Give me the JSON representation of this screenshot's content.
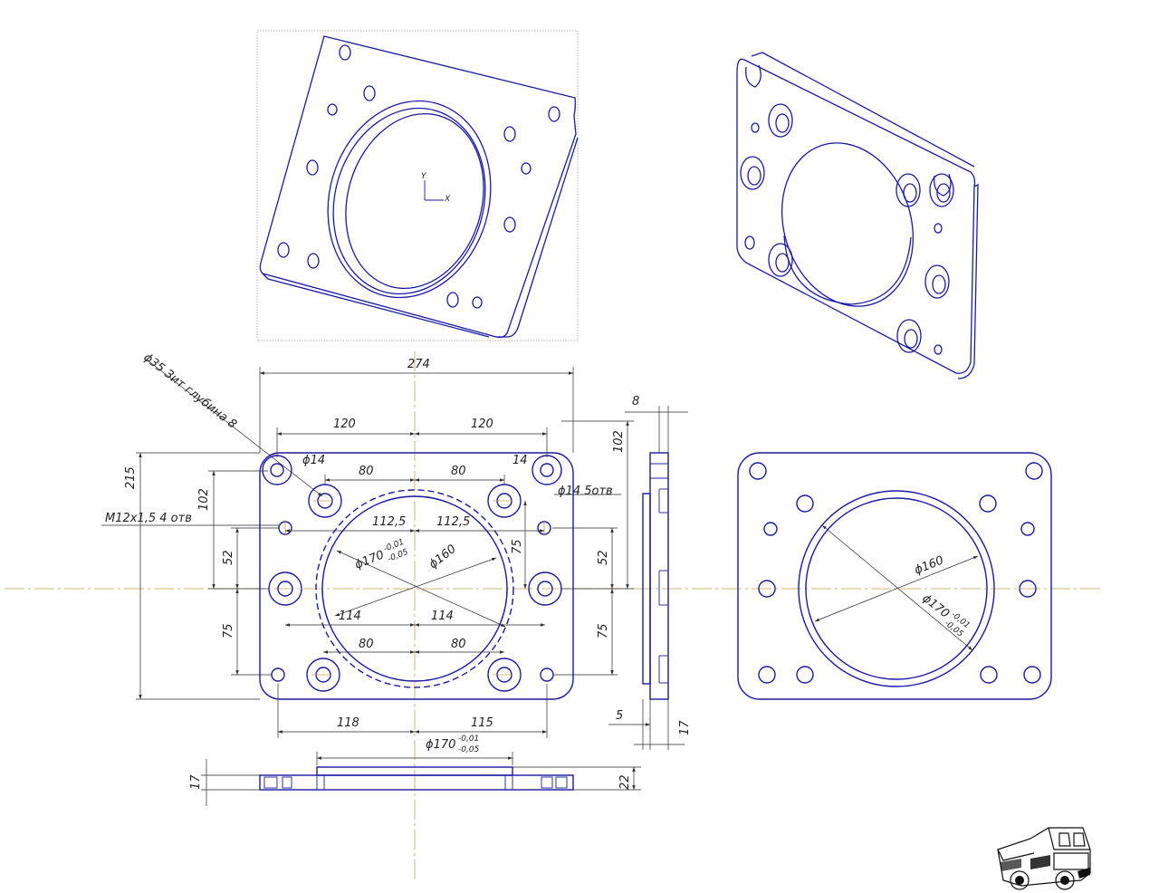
{
  "dims": {
    "width_274": "274",
    "h_120_left": "120",
    "h_120_right": "120",
    "h_80_top_left": "80",
    "h_80_top_right": "80",
    "h_14": "14",
    "h_1125_left": "112,5",
    "h_1125_right": "112,5",
    "h_114_left": "114",
    "h_114_right": "114",
    "h_80_bot_left": "80",
    "h_80_bot_right": "80",
    "h_118": "118",
    "h_115": "115",
    "v_215": "215",
    "v_102_left": "102",
    "v_52_left": "52",
    "v_75_left": "75",
    "v_102_right": "102",
    "v_52_right": "52",
    "v_75_right": "75",
    "v_75_inner": "75",
    "side_8": "8",
    "side_5": "5",
    "side_17": "17",
    "bottom_17": "17",
    "bottom_22": "22"
  },
  "callouts": {
    "d35": "ϕ35  Зит глубина 8",
    "d14_left": "ϕ14",
    "d14_right": "ϕ14  5отв",
    "thread": "M12x1,5 4 отв",
    "d160": "ϕ160",
    "d170_main": "ϕ170",
    "tol_upper": "-0,01",
    "tol_lower": "-0,05",
    "d170_bottom": "ϕ170",
    "tol_upper_b": "-0,01",
    "tol_lower_b": "-0,05"
  },
  "right_view": {
    "d160": "ϕ160",
    "d170": "ϕ170",
    "tol_upper": "-0,01",
    "tol_lower": "-0,05"
  },
  "iso_view": {
    "axis_y": "Y",
    "axis_x": "X"
  },
  "colors": {
    "part_line": "#1a1aa6",
    "center_line": "#c7a24a",
    "dimension_line": "#2a2a2a"
  },
  "icons": [
    "truck-logo-icon"
  ]
}
